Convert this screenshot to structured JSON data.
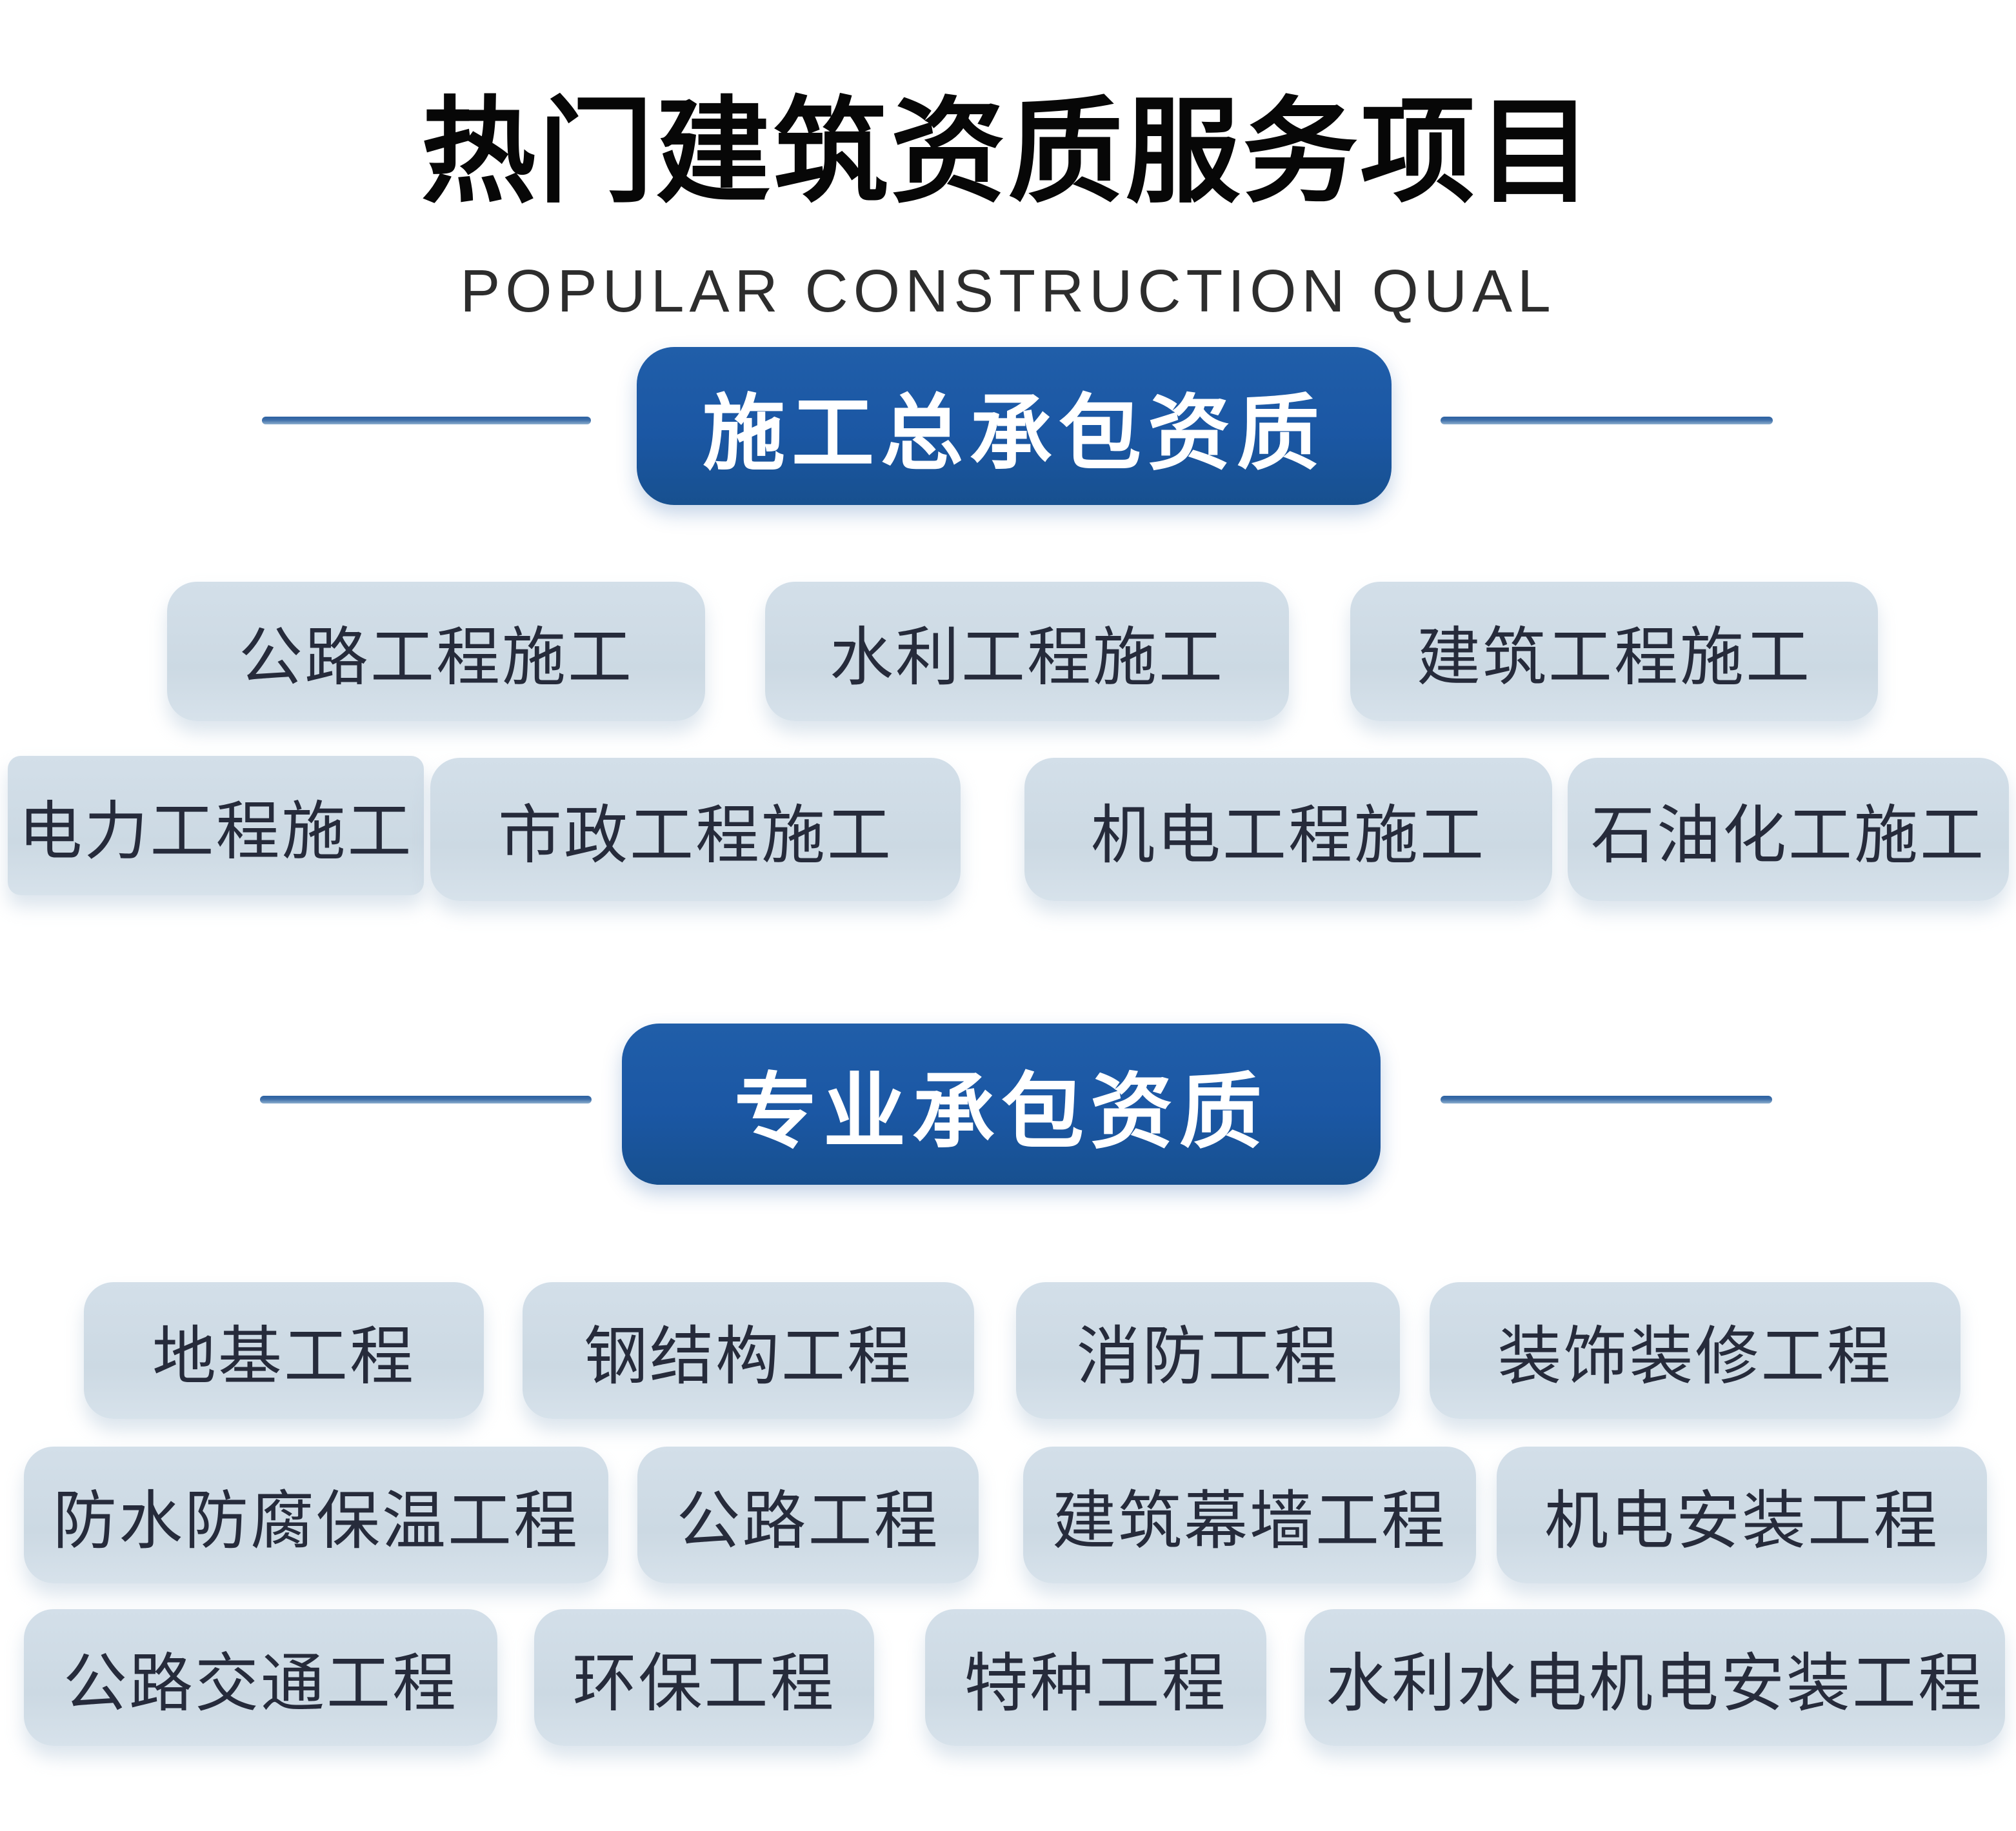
{
  "page": {
    "title": "热门建筑资质服务项目",
    "subtitle": "POPULAR CONSTRUCTION QUAL"
  },
  "colors": {
    "header_pill_blue": "#1b57a4",
    "chip_background": "#ccd9e3",
    "chip_text": "#262b3b",
    "title_text": "#070707",
    "divider_line_blue": "#2c61a1"
  },
  "sections": [
    {
      "header": "施工总承包资质",
      "items": [
        "公路工程施工",
        "水利工程施工",
        "建筑工程施工",
        "电力工程施工",
        "市政工程施工",
        "机电工程施工",
        "石油化工施工"
      ]
    },
    {
      "header": "专业承包资质",
      "items": [
        "地基工程",
        "钢结构工程",
        "消防工程",
        "装饰装修工程",
        "防水防腐保温工程",
        "公路工程",
        "建筑幕墙工程",
        "机电安装工程",
        "公路交通工程",
        "环保工程",
        "特种工程",
        "水利水电机电安装工程"
      ]
    }
  ]
}
